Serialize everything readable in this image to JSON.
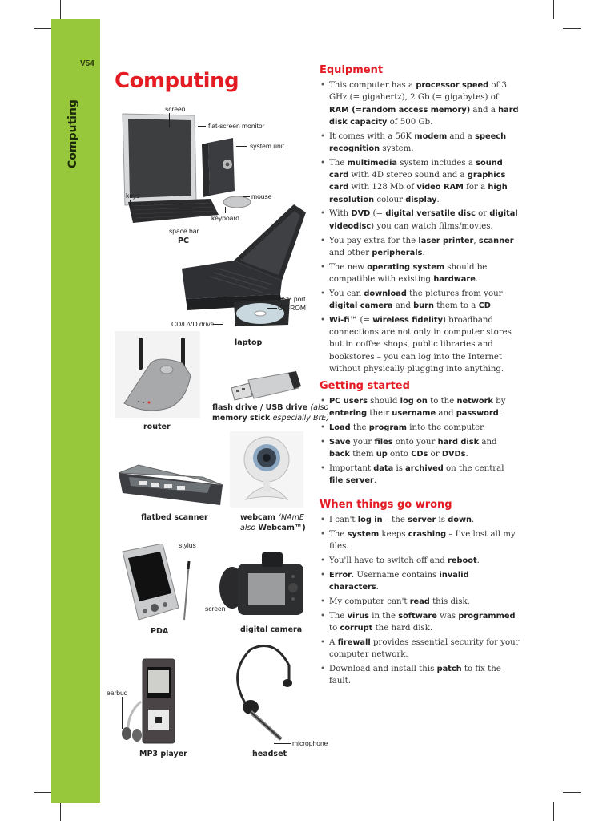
{
  "page": {
    "number": "V54",
    "side_label": "Computing",
    "title": "Computing",
    "colors": {
      "band": "#97c83c",
      "heading": "#e31b23",
      "text": "#333333"
    }
  },
  "figures": {
    "pc": {
      "caption": "PC",
      "labels": [
        "screen",
        "flat-screen monitor",
        "system unit",
        "keys",
        "mouse",
        "keyboard",
        "space bar"
      ]
    },
    "laptop": {
      "caption": "laptop",
      "labels": [
        "USB port",
        "CD-ROM",
        "CD/DVD drive"
      ]
    },
    "router": {
      "caption": "router"
    },
    "flash_drive": {
      "caption_bold_1": "flash drive / USB drive",
      "caption_italic_1": "(also",
      "caption_bold_2": "memory stick",
      "caption_italic_2": "especially BrE)"
    },
    "scanner": {
      "caption": "flatbed scanner"
    },
    "webcam": {
      "caption_bold": "webcam",
      "caption_italic_1": "(NAmE",
      "caption_italic_2": "also",
      "caption_bold_2": "Webcam™)"
    },
    "pda": {
      "caption": "PDA",
      "labels": [
        "stylus"
      ]
    },
    "camera": {
      "caption": "digital camera",
      "labels": [
        "screen"
      ]
    },
    "mp3": {
      "caption": "MP3 player",
      "labels": [
        "earbud"
      ]
    },
    "headset": {
      "caption": "headset",
      "labels": [
        "microphone"
      ]
    }
  },
  "sections": [
    {
      "heading": "Equipment",
      "items": [
        [
          [
            "t",
            "This computer has a "
          ],
          [
            "b",
            "processor speed"
          ],
          [
            "t",
            " of 3 GHz (= gigahertz), 2 Gb (= gigabytes) of "
          ],
          [
            "b",
            "RAM (=random access memory)"
          ],
          [
            "t",
            " and a "
          ],
          [
            "b",
            "hard disk capacity"
          ],
          [
            "t",
            " of 500 Gb."
          ]
        ],
        [
          [
            "t",
            "It comes with a 56K "
          ],
          [
            "b",
            "modem"
          ],
          [
            "t",
            " and a "
          ],
          [
            "b",
            "speech recognition"
          ],
          [
            "t",
            " system."
          ]
        ],
        [
          [
            "t",
            "The "
          ],
          [
            "b",
            "multimedia"
          ],
          [
            "t",
            " system includes a "
          ],
          [
            "b",
            "sound card"
          ],
          [
            "t",
            " with 4D stereo sound and a "
          ],
          [
            "b",
            "graphics card"
          ],
          [
            "t",
            " with 128 Mb of "
          ],
          [
            "b",
            "video RAM"
          ],
          [
            "t",
            " for a "
          ],
          [
            "b",
            "high resolution"
          ],
          [
            "t",
            " colour "
          ],
          [
            "b",
            "display"
          ],
          [
            "t",
            "."
          ]
        ],
        [
          [
            "t",
            "With "
          ],
          [
            "b",
            "DVD"
          ],
          [
            "t",
            " (= "
          ],
          [
            "b",
            "digital versatile disc"
          ],
          [
            "t",
            " or "
          ],
          [
            "b",
            "digital videodisc"
          ],
          [
            "t",
            ") you can watch films/movies."
          ]
        ],
        [
          [
            "t",
            "You pay extra for the "
          ],
          [
            "b",
            "laser printer"
          ],
          [
            "t",
            ", "
          ],
          [
            "b",
            "scanner"
          ],
          [
            "t",
            " and other "
          ],
          [
            "b",
            "peripherals"
          ],
          [
            "t",
            "."
          ]
        ],
        [
          [
            "t",
            "The new "
          ],
          [
            "b",
            "operating system"
          ],
          [
            "t",
            " should be compatible with existing "
          ],
          [
            "b",
            "hardware"
          ],
          [
            "t",
            "."
          ]
        ],
        [
          [
            "t",
            "You can "
          ],
          [
            "b",
            "download"
          ],
          [
            "t",
            " the pictures from your "
          ],
          [
            "b",
            "digital camera"
          ],
          [
            "t",
            " and "
          ],
          [
            "b",
            "burn"
          ],
          [
            "t",
            " them to a "
          ],
          [
            "b",
            "CD"
          ],
          [
            "t",
            "."
          ]
        ],
        [
          [
            "b",
            "Wi-fi™"
          ],
          [
            "t",
            " (= "
          ],
          [
            "b",
            "wireless fidelity"
          ],
          [
            "t",
            ") broadband connections are not only in computer stores but in coffee shops, public libraries and bookstores – you can log into the Internet without physically plugging into anything."
          ]
        ]
      ]
    },
    {
      "heading": "Getting started",
      "items": [
        [
          [
            "b",
            "PC users"
          ],
          [
            "t",
            " should "
          ],
          [
            "b",
            "log on"
          ],
          [
            "t",
            " to the "
          ],
          [
            "b",
            "network"
          ],
          [
            "t",
            " by "
          ],
          [
            "b",
            "entering"
          ],
          [
            "t",
            " their "
          ],
          [
            "b",
            "username"
          ],
          [
            "t",
            " and "
          ],
          [
            "b",
            "password"
          ],
          [
            "t",
            "."
          ]
        ],
        [
          [
            "b",
            "Load"
          ],
          [
            "t",
            " the "
          ],
          [
            "b",
            "program"
          ],
          [
            "t",
            " into the computer."
          ]
        ],
        [
          [
            "b",
            "Save"
          ],
          [
            "t",
            " your "
          ],
          [
            "b",
            "files"
          ],
          [
            "t",
            " onto your "
          ],
          [
            "b",
            "hard disk"
          ],
          [
            "t",
            " and "
          ],
          [
            "b",
            "back"
          ],
          [
            "t",
            " them "
          ],
          [
            "b",
            "up"
          ],
          [
            "t",
            " onto "
          ],
          [
            "b",
            "CDs"
          ],
          [
            "t",
            " or "
          ],
          [
            "b",
            "DVDs"
          ],
          [
            "t",
            "."
          ]
        ],
        [
          [
            "t",
            "Important "
          ],
          [
            "b",
            "data"
          ],
          [
            "t",
            " is "
          ],
          [
            "b",
            "archived"
          ],
          [
            "t",
            " on the central "
          ],
          [
            "b",
            "file server"
          ],
          [
            "t",
            "."
          ]
        ]
      ]
    },
    {
      "heading": "When things go wrong",
      "items": [
        [
          [
            "t",
            "I can't "
          ],
          [
            "b",
            "log in"
          ],
          [
            "t",
            " – the "
          ],
          [
            "b",
            "server"
          ],
          [
            "t",
            " is "
          ],
          [
            "b",
            "down"
          ],
          [
            "t",
            "."
          ]
        ],
        [
          [
            "t",
            "The "
          ],
          [
            "b",
            "system"
          ],
          [
            "t",
            " keeps "
          ],
          [
            "b",
            "crashing"
          ],
          [
            "t",
            " – I've lost all my files."
          ]
        ],
        [
          [
            "t",
            "You'll have to switch off and "
          ],
          [
            "b",
            "reboot"
          ],
          [
            "t",
            "."
          ]
        ],
        [
          [
            "b",
            "Error"
          ],
          [
            "t",
            ". Username contains "
          ],
          [
            "b",
            "invalid characters"
          ],
          [
            "t",
            "."
          ]
        ],
        [
          [
            "t",
            "My computer can't "
          ],
          [
            "b",
            "read"
          ],
          [
            "t",
            " this disk."
          ]
        ],
        [
          [
            "t",
            "The "
          ],
          [
            "b",
            "virus"
          ],
          [
            "t",
            " in the "
          ],
          [
            "b",
            "software"
          ],
          [
            "t",
            " was "
          ],
          [
            "b",
            "programmed"
          ],
          [
            "t",
            " to "
          ],
          [
            "b",
            "corrupt"
          ],
          [
            "t",
            " the hard disk."
          ]
        ],
        [
          [
            "t",
            "A "
          ],
          [
            "b",
            "firewall"
          ],
          [
            "t",
            " provides essential security for your computer network."
          ]
        ],
        [
          [
            "t",
            "Download and install this "
          ],
          [
            "b",
            "patch"
          ],
          [
            "t",
            " to fix the fault."
          ]
        ]
      ]
    }
  ]
}
